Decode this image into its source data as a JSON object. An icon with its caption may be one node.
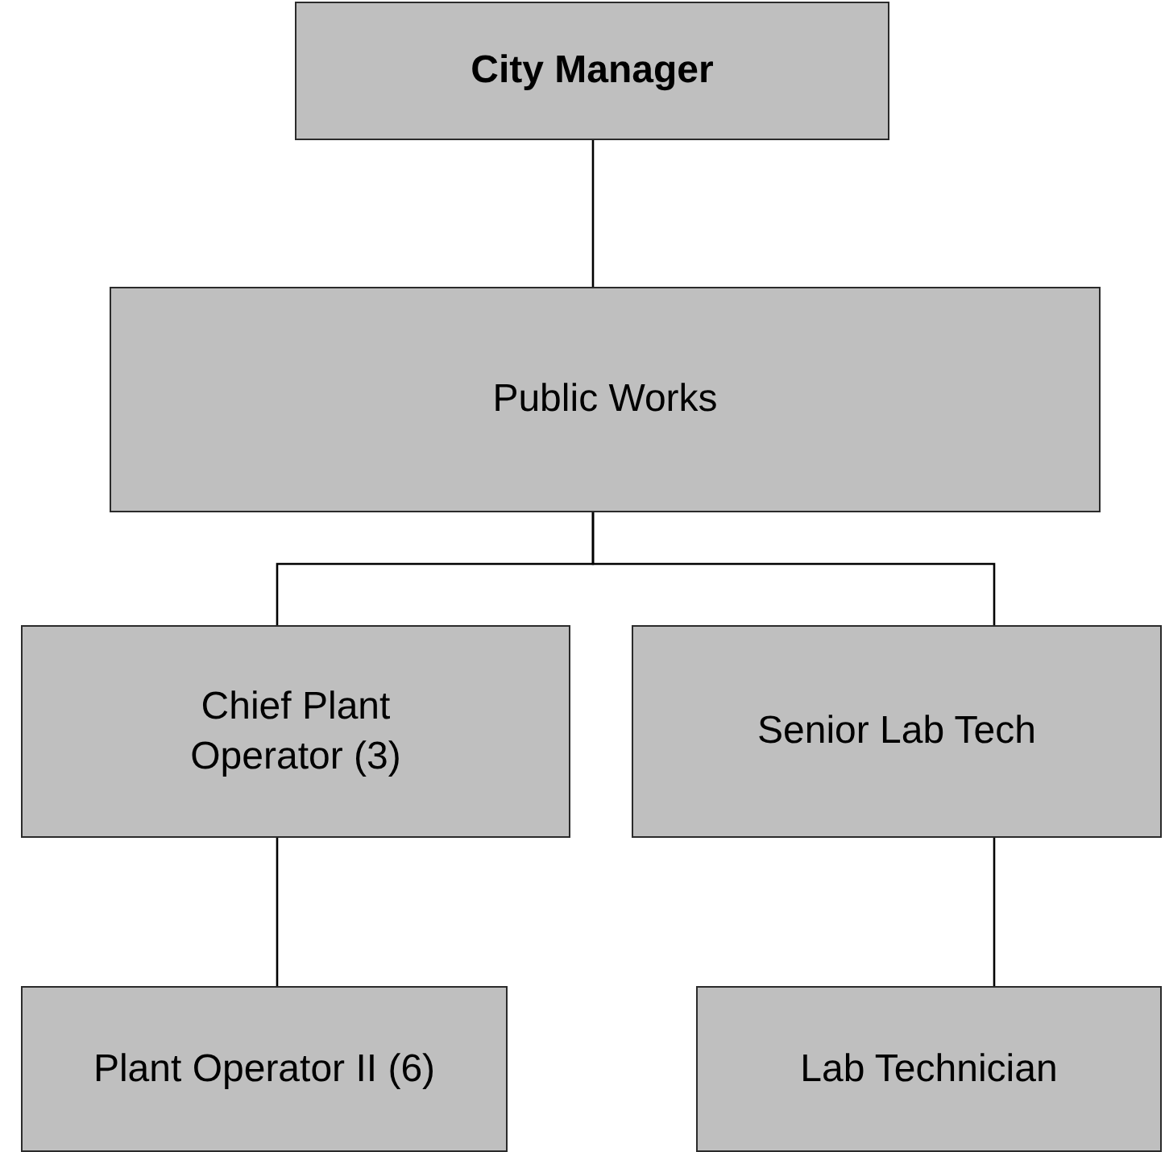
{
  "diagram": {
    "nodes": [
      {
        "text": [
          "City Manager"
        ]
      },
      {
        "text": [
          "Public Works"
        ]
      },
      {
        "text": [
          "Chief Plant Operator (3)"
        ]
      },
      {
        "text": [
          "Senior Lab Tech"
        ]
      },
      {
        "text": [
          "Plant Operator II (6)"
        ]
      },
      {
        "text": [
          "Lab Technician"
        ]
      }
    ],
    "edges": [
      {
        "from": 0,
        "to": 1,
        "arrow": "none"
      },
      {
        "from": 1,
        "to": 2,
        "arrow": "none"
      },
      {
        "from": 1,
        "to": 3,
        "arrow": "none"
      },
      {
        "from": 2,
        "to": 4,
        "arrow": "none"
      },
      {
        "from": 3,
        "to": 5,
        "arrow": "none"
      }
    ]
  }
}
